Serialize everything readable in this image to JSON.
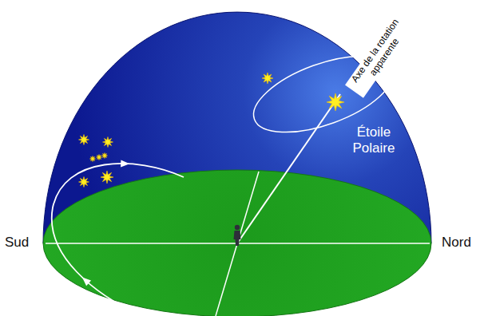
{
  "diagram": {
    "labels": [
      "Sud",
      "Nord",
      "Axe de la rotation apparente",
      "Étoile Polaire"
    ]
  }
}
